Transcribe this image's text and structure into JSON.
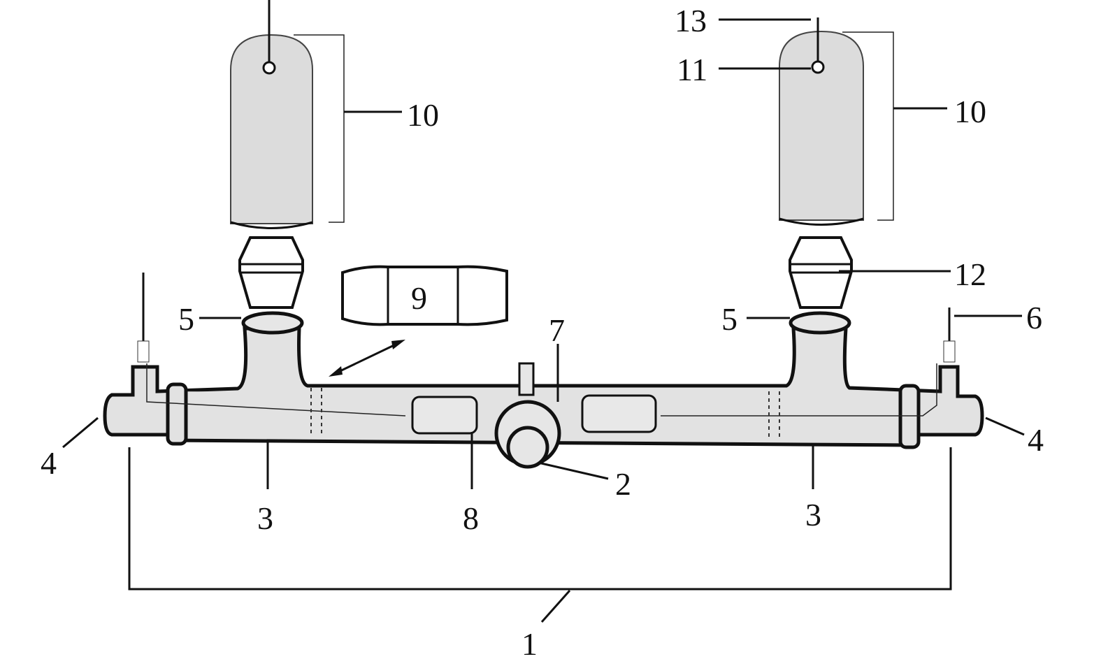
{
  "diagram": {
    "labels": {
      "l1": "1",
      "l2": "2",
      "l3a": "3",
      "l3b": "3",
      "l4a": "4",
      "l4b": "4",
      "l5a": "5",
      "l5b": "5",
      "l6": "6",
      "l7": "7",
      "l8": "8",
      "l9": "9",
      "l10a": "10",
      "l10b": "10",
      "l11": "11",
      "l12": "12",
      "l13": "13"
    }
  }
}
